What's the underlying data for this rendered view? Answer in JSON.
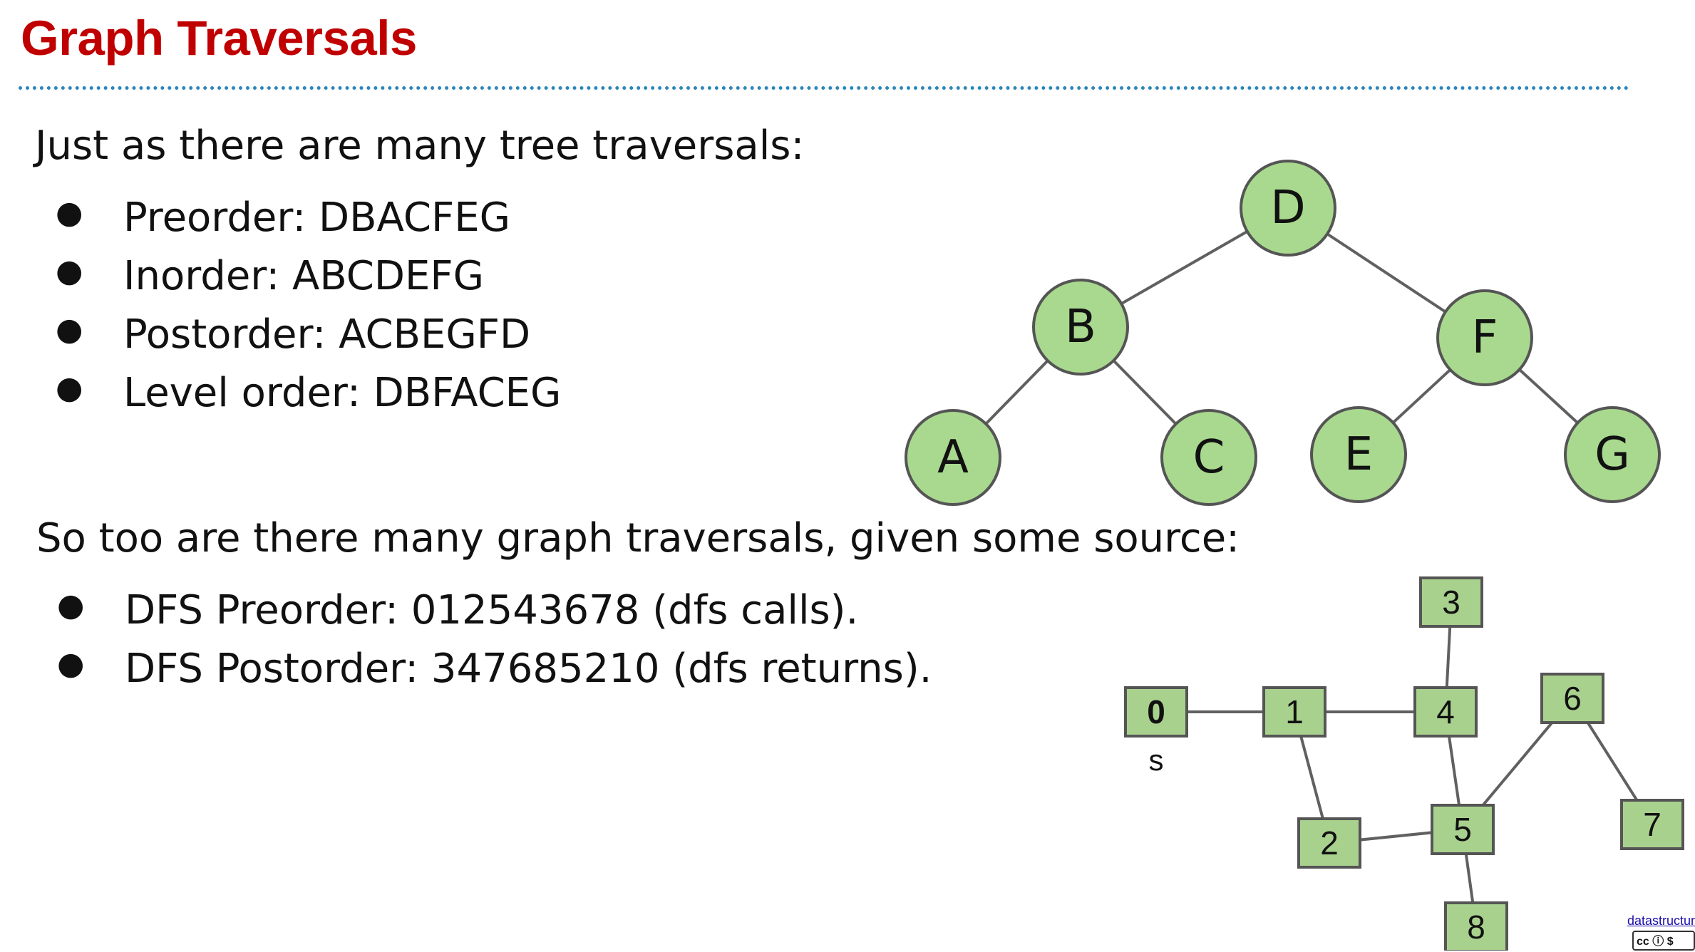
{
  "title": "Graph Traversals",
  "intro_tree": "Just as there are many tree traversals:",
  "tree_traversals": [
    "Preorder: DBACFEG",
    "Inorder: ABCDEFG",
    "Postorder: ACBEGFD",
    "Level order: DBFACEG"
  ],
  "intro_graph": "So too are there many graph traversals, given some source:",
  "graph_traversals": [
    "DFS Preorder: 012543678 (dfs calls).",
    "DFS Postorder: 347685210 (dfs returns)."
  ],
  "bullet_glyph": "●",
  "tree": {
    "nodes": [
      "D",
      "B",
      "F",
      "A",
      "C",
      "E",
      "G"
    ],
    "edges": [
      [
        "D",
        "B"
      ],
      [
        "D",
        "F"
      ],
      [
        "B",
        "A"
      ],
      [
        "B",
        "C"
      ],
      [
        "F",
        "E"
      ],
      [
        "F",
        "G"
      ]
    ],
    "node_fill": "#a9d98e"
  },
  "graph": {
    "nodes": [
      "0",
      "1",
      "2",
      "3",
      "4",
      "5",
      "6",
      "7",
      "8"
    ],
    "edges": [
      [
        "0",
        "1"
      ],
      [
        "1",
        "4"
      ],
      [
        "1",
        "2"
      ],
      [
        "3",
        "4"
      ],
      [
        "4",
        "5"
      ],
      [
        "2",
        "5"
      ],
      [
        "5",
        "6"
      ],
      [
        "6",
        "7"
      ],
      [
        "5",
        "8"
      ]
    ],
    "source_node": "0",
    "source_label": "s",
    "node_fill": "#a9d18e"
  },
  "license_text": "datastructur",
  "license_badge": "cc ⓘ $"
}
